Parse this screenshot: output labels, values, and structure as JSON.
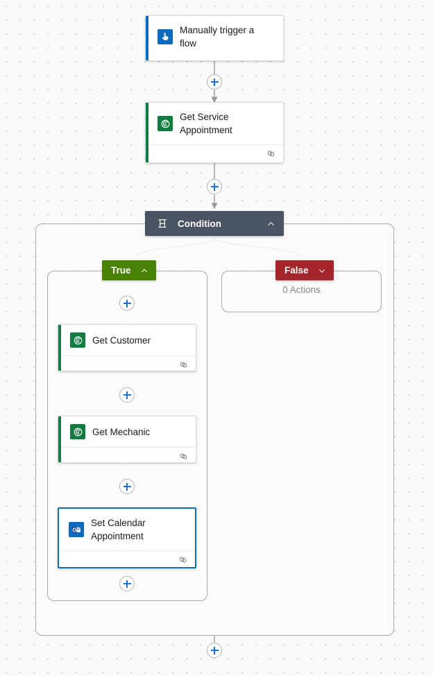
{
  "canvas": {
    "background_color": "#fafafa",
    "dot_color": "#cfcfcf"
  },
  "colors": {
    "trigger_accent": "#0f6cbd",
    "dataverse_accent": "#107c41",
    "selected_border": "#0f6cbd",
    "condition_header": "#4a5361",
    "branch_true": "#498205",
    "branch_false": "#a4262c",
    "connector": "#9a9a9a",
    "plus_glyph": "#1f6fd0"
  },
  "nodes": {
    "trigger": {
      "title": "Manually trigger a\nflow",
      "icon": "manual-trigger-icon",
      "accent": "#0f6cbd",
      "has_footer": false,
      "selected": false
    },
    "get_service_appointment": {
      "title": "Get Service\nAppointment",
      "icon": "dataverse-icon",
      "accent": "#107c41",
      "has_footer": true,
      "selected": false
    },
    "condition": {
      "title": "Condition",
      "icon": "condition-icon",
      "expanded": true,
      "chevron": "chevron-up-icon"
    },
    "branch_true": {
      "label": "True",
      "chevron": "chevron-up-icon",
      "expanded": true
    },
    "branch_false": {
      "label": "False",
      "chevron": "chevron-down-icon",
      "expanded": false,
      "empty_text": "0 Actions"
    },
    "get_customer": {
      "title": "Get Customer",
      "icon": "dataverse-icon",
      "accent": "#107c41",
      "has_footer": true,
      "selected": false
    },
    "get_mechanic": {
      "title": "Get Mechanic",
      "icon": "dataverse-icon",
      "accent": "#107c41",
      "has_footer": true,
      "selected": false
    },
    "set_calendar_appointment": {
      "title": "Set Calendar\nAppointment",
      "icon": "outlook-icon",
      "accent": "#0f6cbd",
      "has_footer": true,
      "selected": true
    }
  },
  "add_buttons": [
    {
      "name": "add-step-after-trigger",
      "label": "+"
    },
    {
      "name": "add-step-after-get-service-appointment",
      "label": "+"
    },
    {
      "name": "add-step-true-branch-top",
      "label": "+"
    },
    {
      "name": "add-step-after-get-customer",
      "label": "+"
    },
    {
      "name": "add-step-after-get-mechanic",
      "label": "+"
    },
    {
      "name": "add-step-true-branch-bottom",
      "label": "+"
    },
    {
      "name": "add-step-after-condition",
      "label": "+"
    }
  ],
  "footer_icon": "link-icon"
}
